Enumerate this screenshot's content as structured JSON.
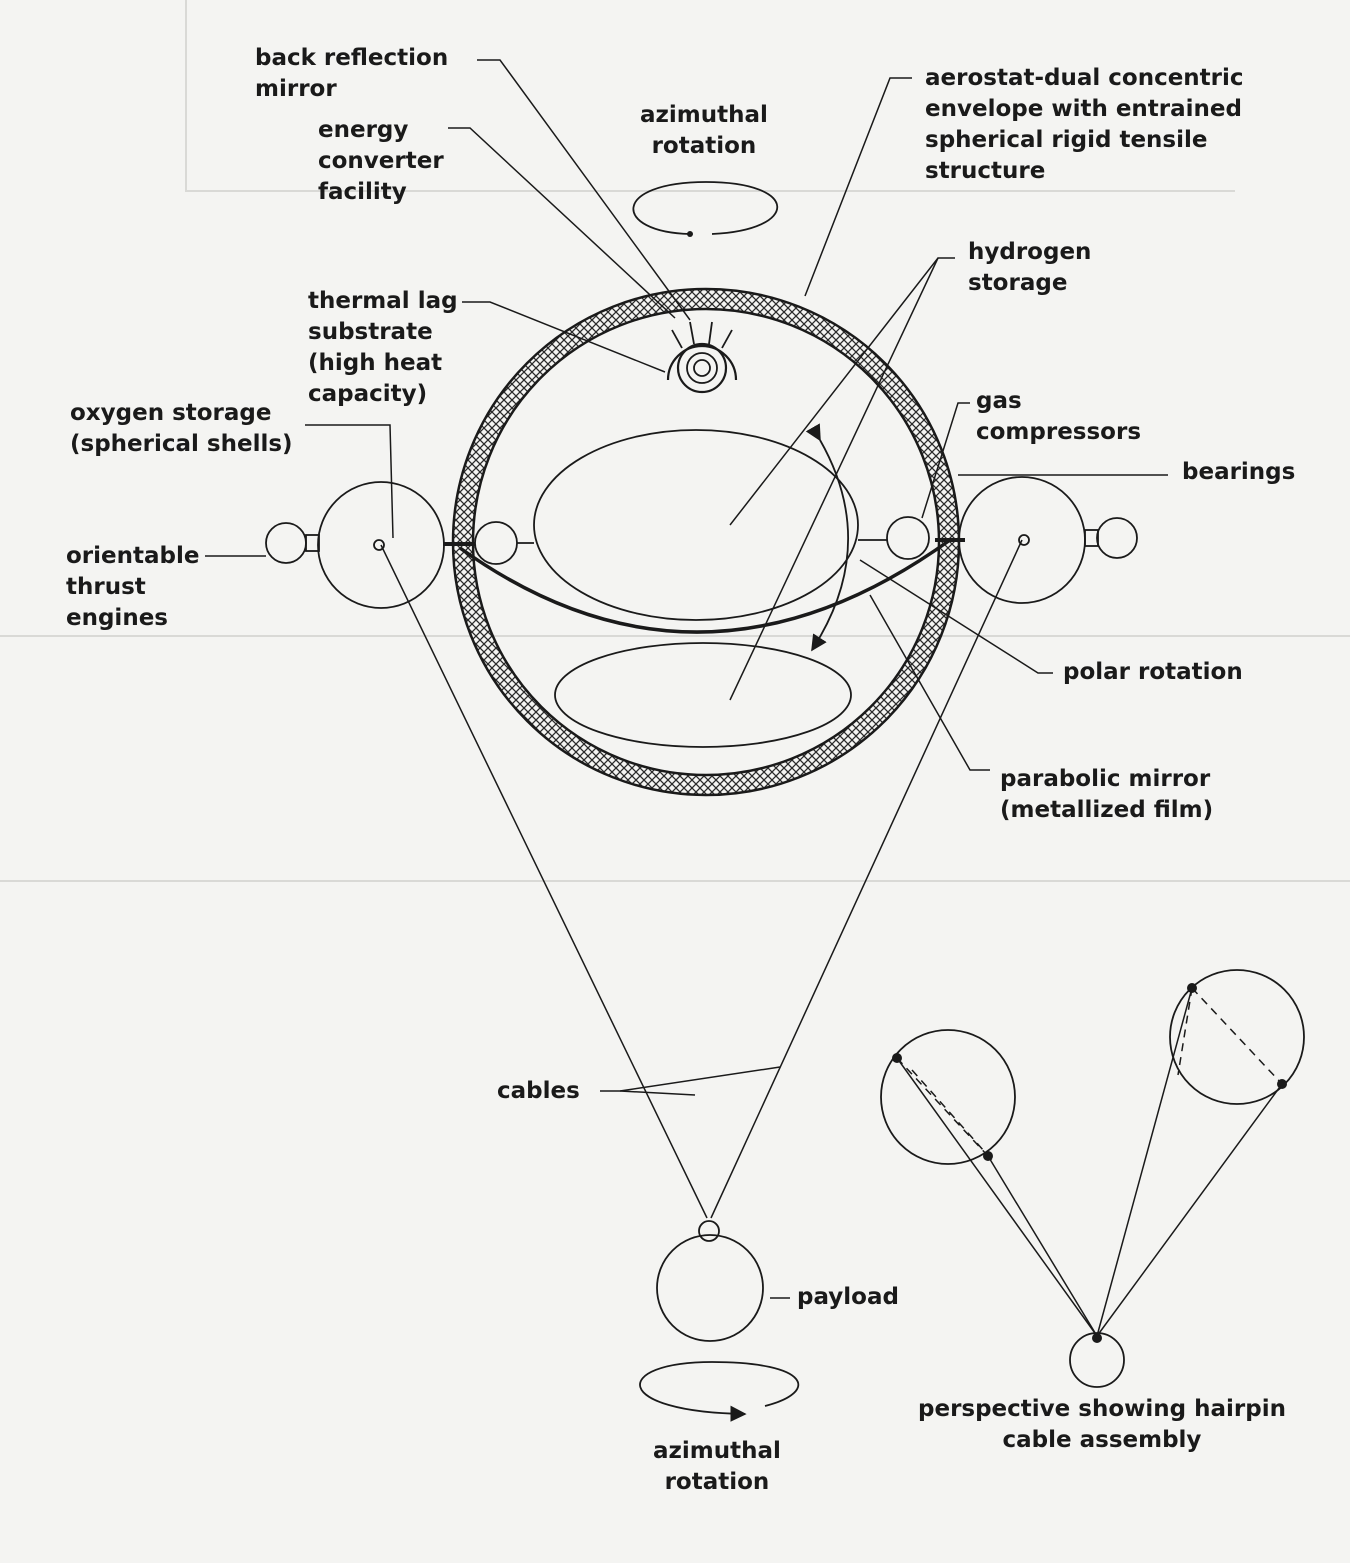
{
  "labels": {
    "back_reflection_mirror": [
      "back reflection",
      "mirror"
    ],
    "energy_converter": [
      "energy",
      "converter",
      "facility"
    ],
    "azimuthal_top": [
      "azimuthal",
      "rotation"
    ],
    "aerostat": [
      "aerostat-dual concentric",
      "envelope with entrained",
      "spherical rigid tensile",
      "structure"
    ],
    "thermal_lag": [
      "thermal lag",
      "substrate",
      "(high heat",
      "capacity)"
    ],
    "hydrogen_storage": [
      "hydrogen",
      "storage"
    ],
    "oxygen_storage": [
      "oxygen storage",
      "(spherical shells)"
    ],
    "gas_compressors": [
      "gas",
      "compressors"
    ],
    "bearings": [
      "bearings"
    ],
    "thrust_engines": [
      "orientable",
      "thrust",
      "engines"
    ],
    "polar_rotation": [
      "polar rotation"
    ],
    "parabolic_mirror": [
      "parabolic mirror",
      "(metallized film)"
    ],
    "cables": [
      "cables"
    ],
    "payload": [
      "payload"
    ],
    "azimuthal_bottom": [
      "azimuthal",
      "rotation"
    ],
    "perspective": [
      "perspective showing hairpin",
      "cable assembly"
    ]
  },
  "colors": {
    "ink": "#1a1a1a",
    "paper": "#f4f4f2",
    "hatch": "#2a2a2a"
  }
}
